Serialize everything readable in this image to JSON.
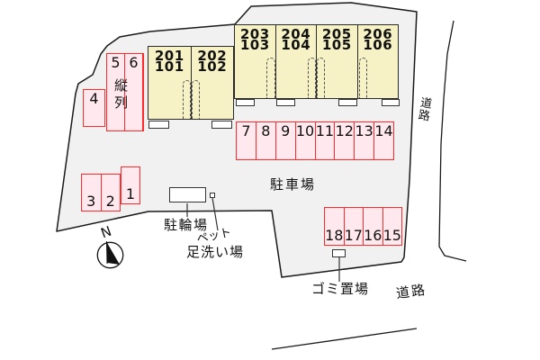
{
  "site": {
    "area_label": "駐車場",
    "road_right_label": "道路",
    "road_bottom_label": "道路",
    "compass_north": "N"
  },
  "buildings": {
    "west": {
      "units": [
        {
          "upper": "201",
          "lower": "101"
        },
        {
          "upper": "202",
          "lower": "102"
        }
      ]
    },
    "east": {
      "units": [
        {
          "upper": "203",
          "lower": "103"
        },
        {
          "upper": "204",
          "lower": "104"
        },
        {
          "upper": "205",
          "lower": "105"
        },
        {
          "upper": "206",
          "lower": "106"
        }
      ]
    }
  },
  "parking": {
    "row_top": [
      "7",
      "8",
      "9",
      "10",
      "11",
      "12",
      "13",
      "14"
    ],
    "row_right": [
      "18",
      "17",
      "16",
      "15"
    ],
    "row_left": [
      "3",
      "2"
    ],
    "space_single": "1",
    "space_four": "4",
    "tandem": {
      "label": "縦列",
      "spaces": [
        "5",
        "6"
      ]
    }
  },
  "facilities": {
    "bicycle_parking": "駐輪場",
    "pet_wash_line1": "ペット",
    "pet_wash_line2": "足洗い場",
    "garbage_area": "ゴミ置場"
  },
  "colors": {
    "site_fill": "#f1f1f1",
    "outline": "#1a1a1a",
    "building_fill": "#f6f2c6",
    "building_border": "#2b2b2b",
    "parking_fill": "#ffe9ee",
    "parking_border": "#ff2b2b",
    "text": "#111111"
  }
}
